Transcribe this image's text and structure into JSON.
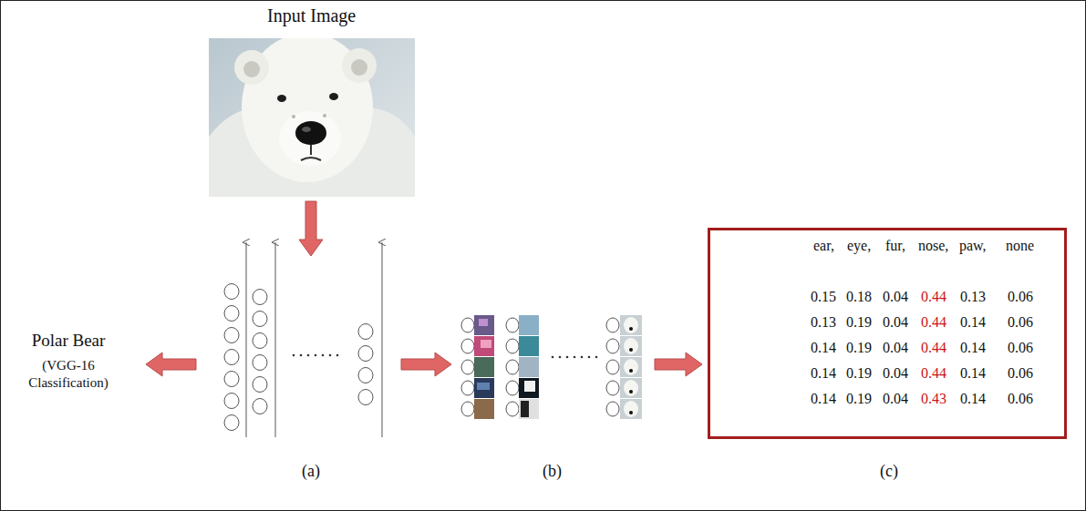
{
  "diagram": {
    "nodes": [
      {
        "text": [
          "Input Image"
        ]
      },
      {
        "text": [
          "(a)"
        ]
      },
      {
        "text": [
          "Polar Bear",
          "(VGG-16 Classification)"
        ]
      },
      {
        "text": [
          "(b)"
        ]
      },
      {
        "text": [
          "ear,",
          "eye,",
          "fur,",
          "nose,",
          "paw,",
          "none",
          "0.15",
          "0.18",
          "0.04",
          "0.44",
          "0.13",
          "0.06",
          "0.13",
          "0.19",
          "0.04",
          "0.44",
          "0.14",
          "0.06",
          "0.14",
          "0.19",
          "0.04",
          "0.44",
          "0.14",
          "0.06",
          "0.14",
          "0.19",
          "0.04",
          "0.44",
          "0.14",
          "0.06",
          "0.14",
          "0.19",
          "0.04",
          "0.43",
          "0.14",
          "0.06"
        ]
      }
    ],
    "edges": [
      {
        "from": 0,
        "to": 1,
        "arrow": "to"
      },
      {
        "from": 1,
        "to": 2,
        "arrow": "to"
      },
      {
        "from": 1,
        "to": 3,
        "arrow": "to"
      },
      {
        "from": 3,
        "to": 4,
        "arrow": "to"
      }
    ],
    "labels": [
      "(c)"
    ]
  }
}
